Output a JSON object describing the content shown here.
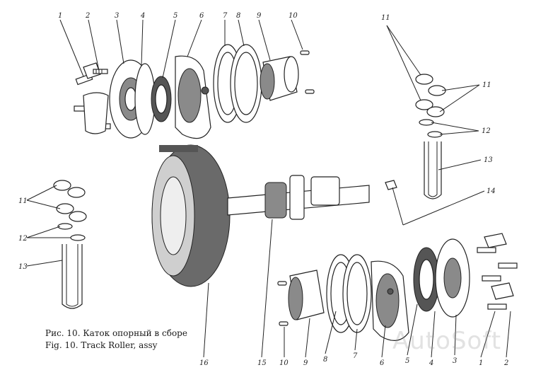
{
  "caption": {
    "line_ru": "Рис. 10. Каток опорный в сборе",
    "line_en": "Fig. 10. Track Roller, assy"
  },
  "watermark": "AutoSoft",
  "callouts": {
    "top": [
      "1",
      "2",
      "3",
      "4",
      "5",
      "6",
      "7",
      "8",
      "9",
      "10"
    ],
    "bottom": [
      "16",
      "15",
      "10",
      "9",
      "8",
      "7",
      "6",
      "5",
      "4",
      "3",
      "1",
      "2"
    ],
    "right_top": [
      "11",
      "11",
      "12",
      "13",
      "14"
    ],
    "left": [
      "11",
      "12",
      "13"
    ]
  }
}
